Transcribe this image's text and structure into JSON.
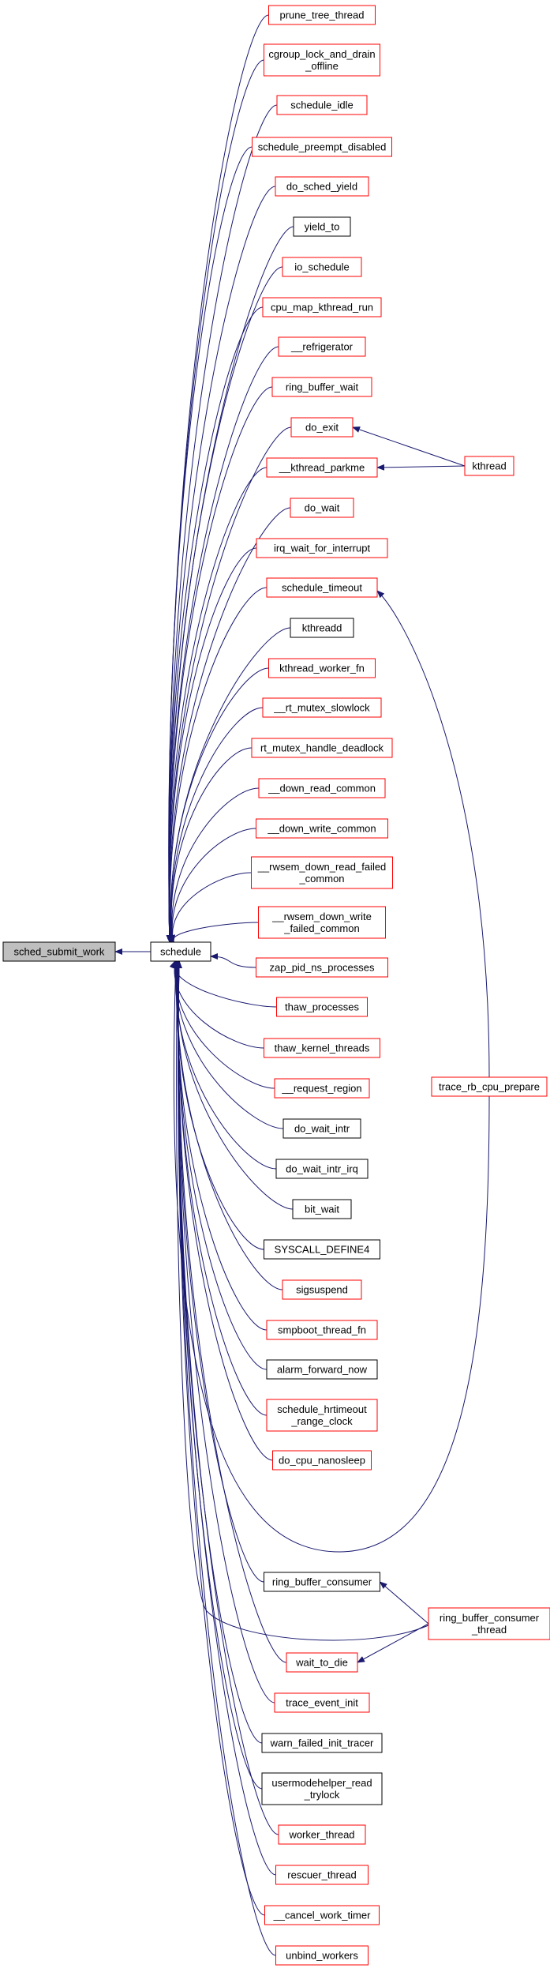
{
  "colors": {
    "edge": "#191970",
    "box_link": "#ff0000",
    "box_plain": "#000000",
    "box_root_fill": "#bfbfbf"
  },
  "root": {
    "lines": [
      "sched_submit_work"
    ],
    "style": "root"
  },
  "hub": {
    "lines": [
      "schedule"
    ],
    "style": "plain"
  },
  "callers": [
    {
      "id": "prune_tree_thread",
      "lines": [
        "prune_tree_thread"
      ],
      "style": "link"
    },
    {
      "id": "cgroup_lock_and_drain_offline",
      "lines": [
        "cgroup_lock_and_drain",
        "_offline"
      ],
      "style": "link"
    },
    {
      "id": "schedule_idle",
      "lines": [
        "schedule_idle"
      ],
      "style": "link"
    },
    {
      "id": "schedule_preempt_disabled",
      "lines": [
        "schedule_preempt_disabled"
      ],
      "style": "link"
    },
    {
      "id": "do_sched_yield",
      "lines": [
        "do_sched_yield"
      ],
      "style": "link"
    },
    {
      "id": "yield_to",
      "lines": [
        "yield_to"
      ],
      "style": "plain"
    },
    {
      "id": "io_schedule",
      "lines": [
        "io_schedule"
      ],
      "style": "link"
    },
    {
      "id": "cpu_map_kthread_run",
      "lines": [
        "cpu_map_kthread_run"
      ],
      "style": "link"
    },
    {
      "id": "__refrigerator",
      "lines": [
        "__refrigerator"
      ],
      "style": "link"
    },
    {
      "id": "ring_buffer_wait",
      "lines": [
        "ring_buffer_wait"
      ],
      "style": "link"
    },
    {
      "id": "do_exit",
      "lines": [
        "do_exit"
      ],
      "style": "link"
    },
    {
      "id": "__kthread_parkme",
      "lines": [
        "__kthread_parkme"
      ],
      "style": "link"
    },
    {
      "id": "do_wait",
      "lines": [
        "do_wait"
      ],
      "style": "link"
    },
    {
      "id": "irq_wait_for_interrupt",
      "lines": [
        "irq_wait_for_interrupt"
      ],
      "style": "link"
    },
    {
      "id": "schedule_timeout",
      "lines": [
        "schedule_timeout"
      ],
      "style": "link"
    },
    {
      "id": "kthreadd",
      "lines": [
        "kthreadd"
      ],
      "style": "plain"
    },
    {
      "id": "kthread_worker_fn",
      "lines": [
        "kthread_worker_fn"
      ],
      "style": "link"
    },
    {
      "id": "__rt_mutex_slowlock",
      "lines": [
        "__rt_mutex_slowlock"
      ],
      "style": "link"
    },
    {
      "id": "rt_mutex_handle_deadlock",
      "lines": [
        "rt_mutex_handle_deadlock"
      ],
      "style": "link"
    },
    {
      "id": "__down_read_common",
      "lines": [
        "__down_read_common"
      ],
      "style": "link"
    },
    {
      "id": "__down_write_common",
      "lines": [
        "__down_write_common"
      ],
      "style": "link"
    },
    {
      "id": "__rwsem_down_read_failed_common",
      "lines": [
        "__rwsem_down_read_failed",
        "_common"
      ],
      "style": "link"
    },
    {
      "id": "__rwsem_down_write_failed_common",
      "lines": [
        "__rwsem_down_write",
        "_failed_common"
      ],
      "style": "link"
    },
    {
      "id": "zap_pid_ns_processes",
      "lines": [
        "zap_pid_ns_processes"
      ],
      "style": "link"
    },
    {
      "id": "thaw_processes",
      "lines": [
        "thaw_processes"
      ],
      "style": "link"
    },
    {
      "id": "thaw_kernel_threads",
      "lines": [
        "thaw_kernel_threads"
      ],
      "style": "link"
    },
    {
      "id": "__request_region",
      "lines": [
        "__request_region"
      ],
      "style": "link"
    },
    {
      "id": "do_wait_intr",
      "lines": [
        "do_wait_intr"
      ],
      "style": "plain"
    },
    {
      "id": "do_wait_intr_irq",
      "lines": [
        "do_wait_intr_irq"
      ],
      "style": "plain"
    },
    {
      "id": "bit_wait",
      "lines": [
        "bit_wait"
      ],
      "style": "plain"
    },
    {
      "id": "SYSCALL_DEFINE4",
      "lines": [
        "SYSCALL_DEFINE4"
      ],
      "style": "plain"
    },
    {
      "id": "sigsuspend",
      "lines": [
        "sigsuspend"
      ],
      "style": "link"
    },
    {
      "id": "smpboot_thread_fn",
      "lines": [
        "smpboot_thread_fn"
      ],
      "style": "link"
    },
    {
      "id": "alarm_forward_now",
      "lines": [
        "alarm_forward_now"
      ],
      "style": "plain"
    },
    {
      "id": "schedule_hrtimeout_range_clock",
      "lines": [
        "schedule_hrtimeout",
        "_range_clock"
      ],
      "style": "link"
    },
    {
      "id": "do_cpu_nanosleep",
      "lines": [
        "do_cpu_nanosleep"
      ],
      "style": "link"
    },
    {
      "id": "ring_buffer_consumer",
      "lines": [
        "ring_buffer_consumer"
      ],
      "style": "plain"
    },
    {
      "id": "wait_to_die",
      "lines": [
        "wait_to_die"
      ],
      "style": "link"
    },
    {
      "id": "trace_event_init",
      "lines": [
        "trace_event_init"
      ],
      "style": "link"
    },
    {
      "id": "warn_failed_init_tracer",
      "lines": [
        "warn_failed_init_tracer"
      ],
      "style": "plain"
    },
    {
      "id": "usermodehelper_read_trylock",
      "lines": [
        "usermodehelper_read",
        "_trylock"
      ],
      "style": "plain"
    },
    {
      "id": "worker_thread",
      "lines": [
        "worker_thread"
      ],
      "style": "link"
    },
    {
      "id": "rescuer_thread",
      "lines": [
        "rescuer_thread"
      ],
      "style": "link"
    },
    {
      "id": "__cancel_work_timer",
      "lines": [
        "__cancel_work_timer"
      ],
      "style": "link"
    },
    {
      "id": "unbind_workers",
      "lines": [
        "unbind_workers"
      ],
      "style": "link"
    }
  ],
  "outer": [
    {
      "id": "kthread",
      "lines": [
        "kthread"
      ],
      "style": "link"
    },
    {
      "id": "trace_rb_cpu_prepare",
      "lines": [
        "trace_rb_cpu_prepare"
      ],
      "style": "link"
    },
    {
      "id": "ring_buffer_consumer_thread",
      "lines": [
        "ring_buffer_consumer",
        "_thread"
      ],
      "style": "link"
    }
  ],
  "extra_edges": [
    {
      "from": "kthread",
      "to": "do_exit"
    },
    {
      "from": "kthread",
      "to": "__kthread_parkme"
    },
    {
      "from": "trace_rb_cpu_prepare",
      "to": "schedule_timeout"
    },
    {
      "from": "trace_rb_cpu_prepare",
      "to": "schedule"
    },
    {
      "from": "ring_buffer_consumer_thread",
      "to": "ring_buffer_consumer"
    },
    {
      "from": "ring_buffer_consumer_thread",
      "to": "wait_to_die"
    },
    {
      "from": "ring_buffer_consumer_thread",
      "to": "schedule"
    }
  ]
}
